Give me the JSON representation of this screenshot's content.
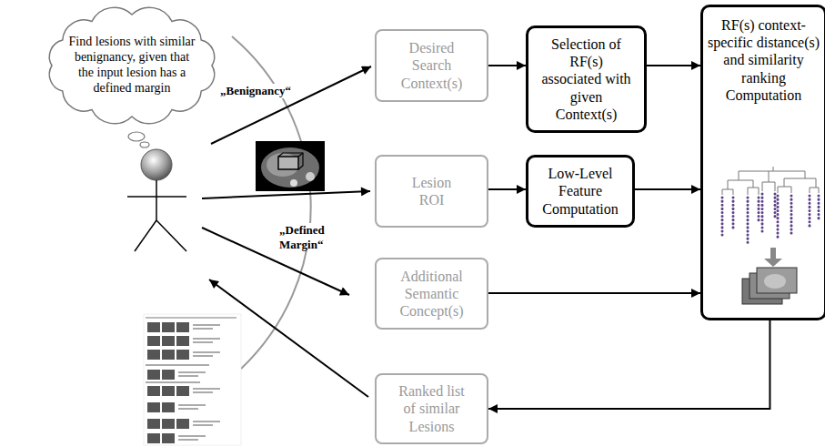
{
  "diagram": {
    "nodes": [
      {
        "text": [
          "Find lesions with similar benignancy, given that the input lesion has a defined margin"
        ]
      },
      {
        "text": [
          "Desired Search Context(s)"
        ]
      },
      {
        "text": [
          "Selection of RF(s) associated with given Context(s)"
        ]
      },
      {
        "text": [
          "RF(s) context-specific distance(s) and similarity ranking Computation"
        ]
      },
      {
        "text": [
          "Lesion ROI"
        ]
      },
      {
        "text": [
          "Low-Level Feature Computation"
        ]
      },
      {
        "text": [
          "Additional Semantic Concept(s)"
        ]
      },
      {
        "text": [
          "Ranked list of similar Lesions"
        ]
      }
    ],
    "edges": [
      {
        "from": 1,
        "to": 2,
        "arrow": "to"
      },
      {
        "from": 2,
        "to": 3,
        "arrow": "to"
      },
      {
        "from": 4,
        "to": 5,
        "arrow": "to"
      },
      {
        "from": 5,
        "to": 3,
        "arrow": "to"
      },
      {
        "from": 6,
        "to": 3,
        "arrow": "to"
      },
      {
        "from": 3,
        "to": 7,
        "arrow": "to"
      }
    ],
    "labels": [
      "„Benignancy“",
      "„Defined Margin“"
    ]
  }
}
